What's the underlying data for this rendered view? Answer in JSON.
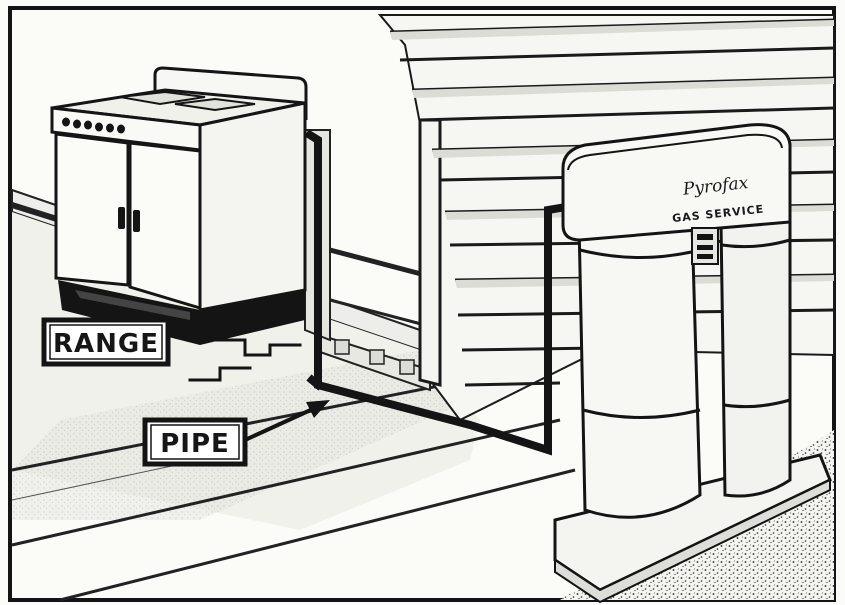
{
  "labels": {
    "range": "RANGE",
    "pipe": "PIPE"
  },
  "tank": {
    "brand": "Pyrofax",
    "service": "GAS SERVICE"
  },
  "colors": {
    "ink": "#161616",
    "paper": "#fbfbf8",
    "light_gray": "#e9e9e4",
    "mid_gray": "#cfcfc9"
  }
}
